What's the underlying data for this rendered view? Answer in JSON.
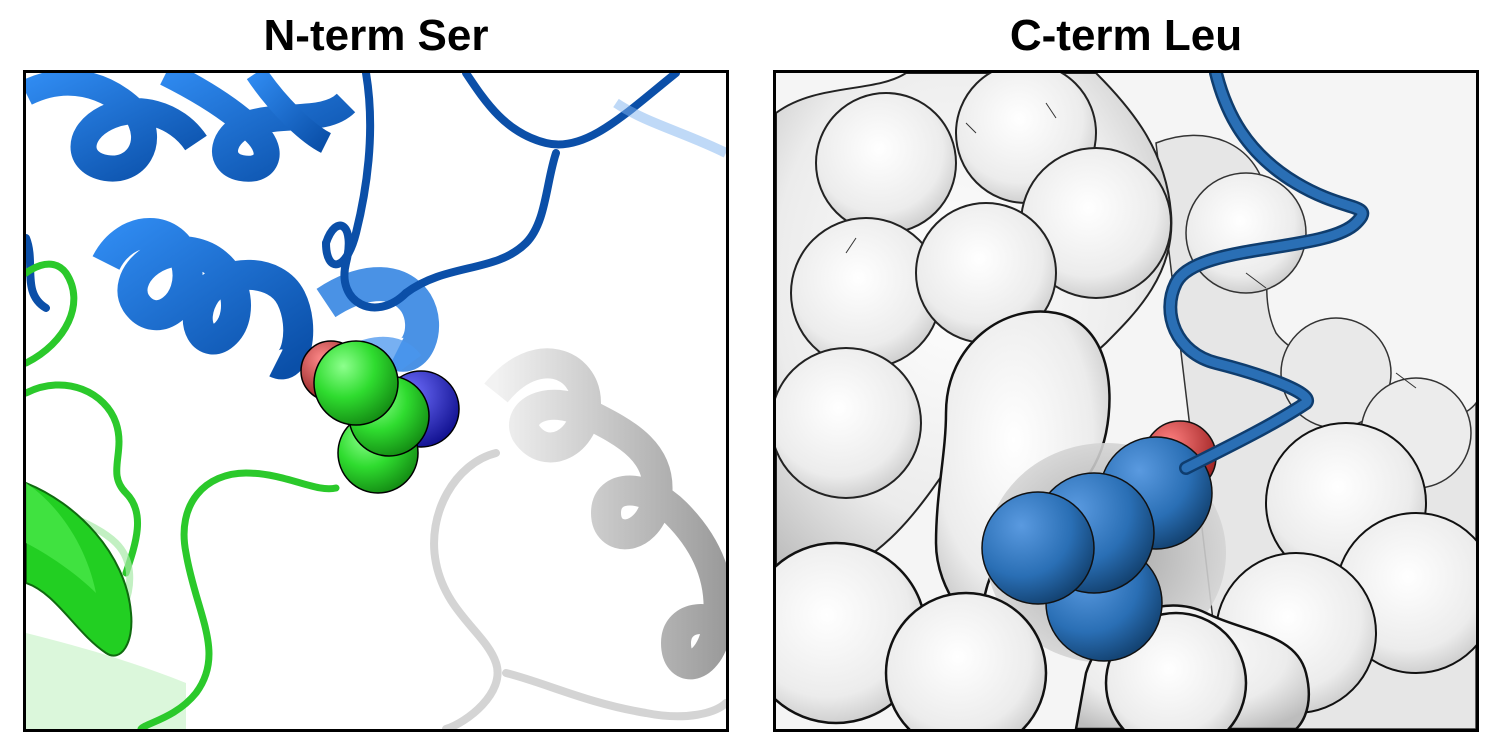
{
  "panels": [
    {
      "title": "N-term Ser"
    },
    {
      "title": "C-term Leu"
    }
  ],
  "colors": {
    "blue_chain": "#1565c8",
    "green_chain": "#2bd62b",
    "gray_chain": "#d8d8d8",
    "surface": "#f0f0f0",
    "oxygen": "#d63c3c",
    "nitrogen": "#2626e6",
    "leu_carbon": "#2a6fb5",
    "outline": "#000000"
  },
  "icons": [
    "protein-ribbon",
    "space-filling-residue",
    "molecular-surface"
  ]
}
